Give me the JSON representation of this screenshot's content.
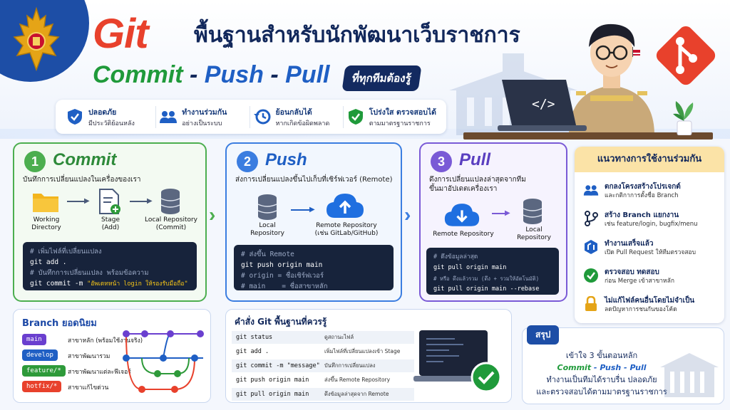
{
  "header": {
    "title_git": "Git",
    "title_thai": "พื้นฐานสำหรับนักพัฒนาเว็บราชการ",
    "subtitle_commit": "Commit",
    "subtitle_sep": "-",
    "subtitle_push": "Push",
    "subtitle_pull": "Pull",
    "badge": "ที่ทุกทีมต้องรู้"
  },
  "features": [
    {
      "title": "ปลอดภัย",
      "sub": "มีประวัติย้อนหลัง",
      "icon": "shield-check-icon",
      "color": "#1f5fc4"
    },
    {
      "title": "ทำงานร่วมกัน",
      "sub": "อย่างเป็นระบบ",
      "icon": "team-icon",
      "color": "#1f5fc4"
    },
    {
      "title": "ย้อนกลับได้",
      "sub": "หากเกิดข้อผิดพลาด",
      "icon": "history-icon",
      "color": "#1f5fc4"
    },
    {
      "title": "โปร่งใส ตรวจสอบได้",
      "sub": "ตามมาตรฐานราชการ",
      "icon": "check-shield-icon",
      "color": "#1f9a3a"
    }
  ],
  "steps": {
    "commit": {
      "num": "1",
      "title": "Commit",
      "desc": "บันทึกการเปลี่ยนแปลงในเครื่องของเรา",
      "icons": [
        {
          "label": "Working\nDirectory"
        },
        {
          "label": "Stage\n(Add)"
        },
        {
          "label": "Local Repository\n(Commit)"
        }
      ],
      "code": {
        "c1": "# เพิ่มไฟล์ที่เปลี่ยนแปลง",
        "l1": "git add .",
        "c2": "# บันทึกการเปลี่ยนแปลง พร้อมข้อความ",
        "l2": "git commit -m",
        "l2_msg": "\"อัพเดทหน้า login ให้รองรับมือถือ\""
      }
    },
    "push": {
      "num": "2",
      "title": "Push",
      "desc": "ส่งการเปลี่ยนแปลงขึ้นไปเก็บที่เซิร์ฟเวอร์ (Remote)",
      "icons": [
        {
          "label": "Local\nRepository"
        },
        {
          "label": "Remote Repository\n(เช่น GitLab/GitHub)"
        }
      ],
      "code": {
        "c1": "# ส่งขึ้น Remote",
        "l1": "git push origin main",
        "c2": "# origin = ชื่อเซิร์ฟเวอร์",
        "c3": "# main    = ชื่อสาขาหลัก"
      }
    },
    "pull": {
      "num": "3",
      "title": "Pull",
      "desc": "ดึงการเปลี่ยนแปลงล่าสุดจากทีม\nขึ้นมาอัปเดตเครื่องเรา",
      "icons": [
        {
          "label": "Remote Repository"
        },
        {
          "label": "Local\nRepository"
        }
      ],
      "code": {
        "c1": "# ดึงข้อมูลล่าสุด",
        "l1": "git pull origin main",
        "c2": "# หรือ ดึงแล้วรวม (ดึง + รวมให้อัตโนมัติ)",
        "l2": "git pull origin main --rebase"
      }
    }
  },
  "guide": {
    "title": "แนวทางการใช้งานร่วมกัน",
    "items": [
      {
        "title": "ตกลงโครงสร้างโปรเจกต์",
        "sub": "และกติกาการตั้งชื่อ Branch",
        "icon": "team-icon",
        "color": "#1f5fc4"
      },
      {
        "title": "สร้าง Branch แยกงาน",
        "sub": "เช่น feature/login, bugfix/menu",
        "icon": "branch-icon",
        "color": "#1b2a4a"
      },
      {
        "title": "ทำงานเสร็จแล้ว",
        "sub": "เปิด Pull Request ให้ทีมตรวจสอบ",
        "icon": "pull-request-icon",
        "color": "#1f5fc4"
      },
      {
        "title": "ตรวจสอบ ทดสอบ",
        "sub": "ก่อน Merge เข้าสาขาหลัก",
        "icon": "check-circle-icon",
        "color": "#1f9a3a"
      },
      {
        "title": "ไม่แก้ไฟล์คนอื่นโดยไม่จำเป็น",
        "sub": "ลดปัญหาการชนกันของโค้ด",
        "icon": "lock-icon",
        "color": "#e5a417"
      }
    ]
  },
  "branches": {
    "title": "Branch ยอดนิยม",
    "items": [
      {
        "name": "main",
        "desc": "สาขาหลัก (พร้อมใช้งานจริง)",
        "color": "#6a3fcf"
      },
      {
        "name": "develop",
        "desc": "สาขาพัฒนารวม",
        "color": "#1f5fc4"
      },
      {
        "name": "feature/*",
        "desc": "สาขาพัฒนาแต่ละฟีเจอร์",
        "color": "#2e9a3a"
      },
      {
        "name": "hotfix/*",
        "desc": "สาขาแก้ไขด่วน",
        "color": "#e8412c"
      }
    ]
  },
  "commands": {
    "title": "คำสั่ง Git พื้นฐานที่ควรรู้",
    "rows": [
      {
        "cmd": "git status",
        "desc": "ดูสถานะไฟล์"
      },
      {
        "cmd": "git add .",
        "desc": "เพิ่มไฟล์ที่เปลี่ยนแปลงเข้า Stage"
      },
      {
        "cmd": "git commit -m \"message\"",
        "desc": "บันทึกการเปลี่ยนแปลง"
      },
      {
        "cmd": "git push origin main",
        "desc": "ส่งขึ้น Remote Repository"
      },
      {
        "cmd": "git pull origin main",
        "desc": "ดึงข้อมูลล่าสุดจาก Remote"
      }
    ]
  },
  "summary": {
    "title": "สรุป",
    "line1": "เข้าใจ 3 ขั้นตอนหลัก",
    "line2_a": "Commit",
    "line2_sep": " - ",
    "line2_b": "Push",
    "line2_c": "Pull",
    "line3": "ทำงานเป็นทีมได้ราบรื่น ปลอดภัย",
    "line4": "และตรวจสอบได้ตามมาตรฐานราชการ"
  },
  "colors": {
    "commit": "#4cae4f",
    "push": "#3b7de0",
    "pull": "#7a5ad6",
    "git_orange": "#e8412c",
    "navy": "#12285b"
  }
}
